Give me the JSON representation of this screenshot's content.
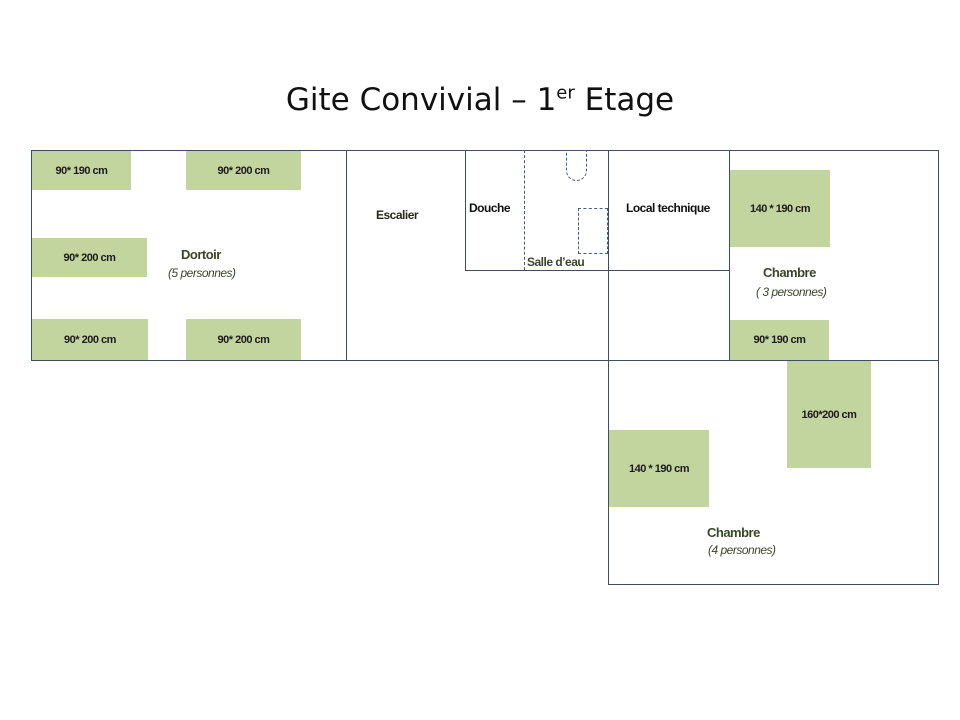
{
  "title": {
    "main": "Gite Convivial – 1",
    "sup": "er",
    "end": " Etage"
  },
  "rooms": {
    "dortoir": {
      "name": "Dortoir",
      "occupancy": "(5 personnes)",
      "beds": [
        "90* 190 cm",
        "90* 200 cm",
        "90* 200 cm",
        "90* 200 cm",
        "90* 200 cm"
      ]
    },
    "escalier": {
      "name": "Escalier"
    },
    "douche": {
      "name": "Douche"
    },
    "salle_eau": {
      "name": "Salle d’eau"
    },
    "local": {
      "name": "Local technique"
    },
    "chambre3": {
      "name": "Chambre",
      "occupancy": "( 3 personnes)",
      "beds": [
        "140 * 190 cm",
        "90* 190 cm"
      ]
    },
    "chambre4": {
      "name": "Chambre",
      "occupancy": "(4 personnes)",
      "beds": [
        "160*200 cm",
        "140 * 190 cm"
      ]
    }
  },
  "colors": {
    "bed": "#c3d59f",
    "wall": "#3f4f5f",
    "label": "#3a4628"
  }
}
